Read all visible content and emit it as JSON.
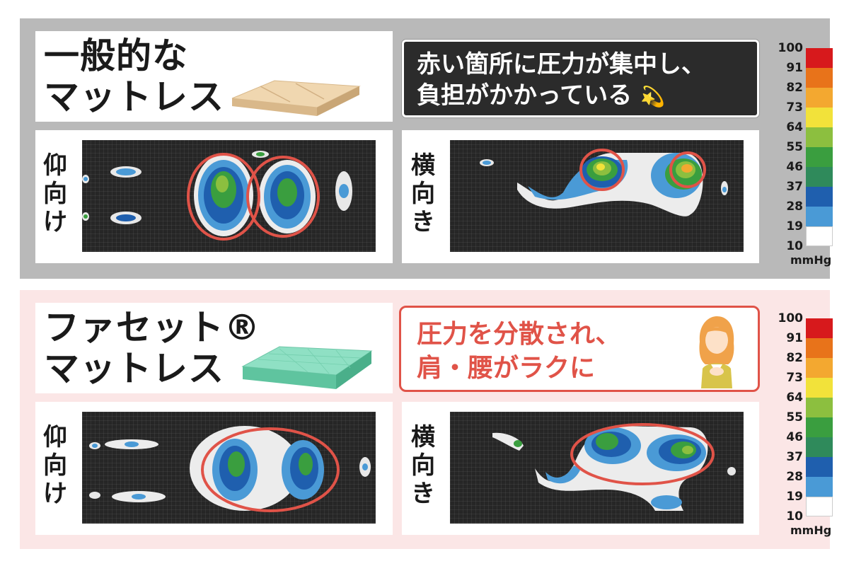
{
  "top": {
    "title_line1": "一般的な",
    "title_line2": "マットレス",
    "callout_line1": "赤い箇所に圧力が集中し、",
    "callout_line2": "負担がかかっている",
    "callout_icon": "swirl-icon",
    "pose_supine": "仰向け",
    "pose_side": "横向き"
  },
  "bottom": {
    "title_line1": "ファセット®",
    "title_line2": "マットレス",
    "callout_line1": "圧力を分散され、",
    "callout_line2": "肩・腰がラクに",
    "pose_supine": "仰向け",
    "pose_side": "横向き"
  },
  "scale": {
    "labels": [
      "100",
      "91",
      "82",
      "73",
      "64",
      "55",
      "46",
      "37",
      "28",
      "19",
      "10"
    ],
    "colors": [
      "#d7191c",
      "#e8731a",
      "#f3a830",
      "#f2e23a",
      "#8cbf3f",
      "#3a9e3f",
      "#2f8a5b",
      "#1f5fae",
      "#4a9ad6",
      "#ffffff"
    ],
    "unit": "mmHg"
  },
  "colors": {
    "highlight_ring": "#e05348",
    "top_panel_bg": "#b9b9b9",
    "bottom_panel_bg": "#fbe6e6"
  }
}
